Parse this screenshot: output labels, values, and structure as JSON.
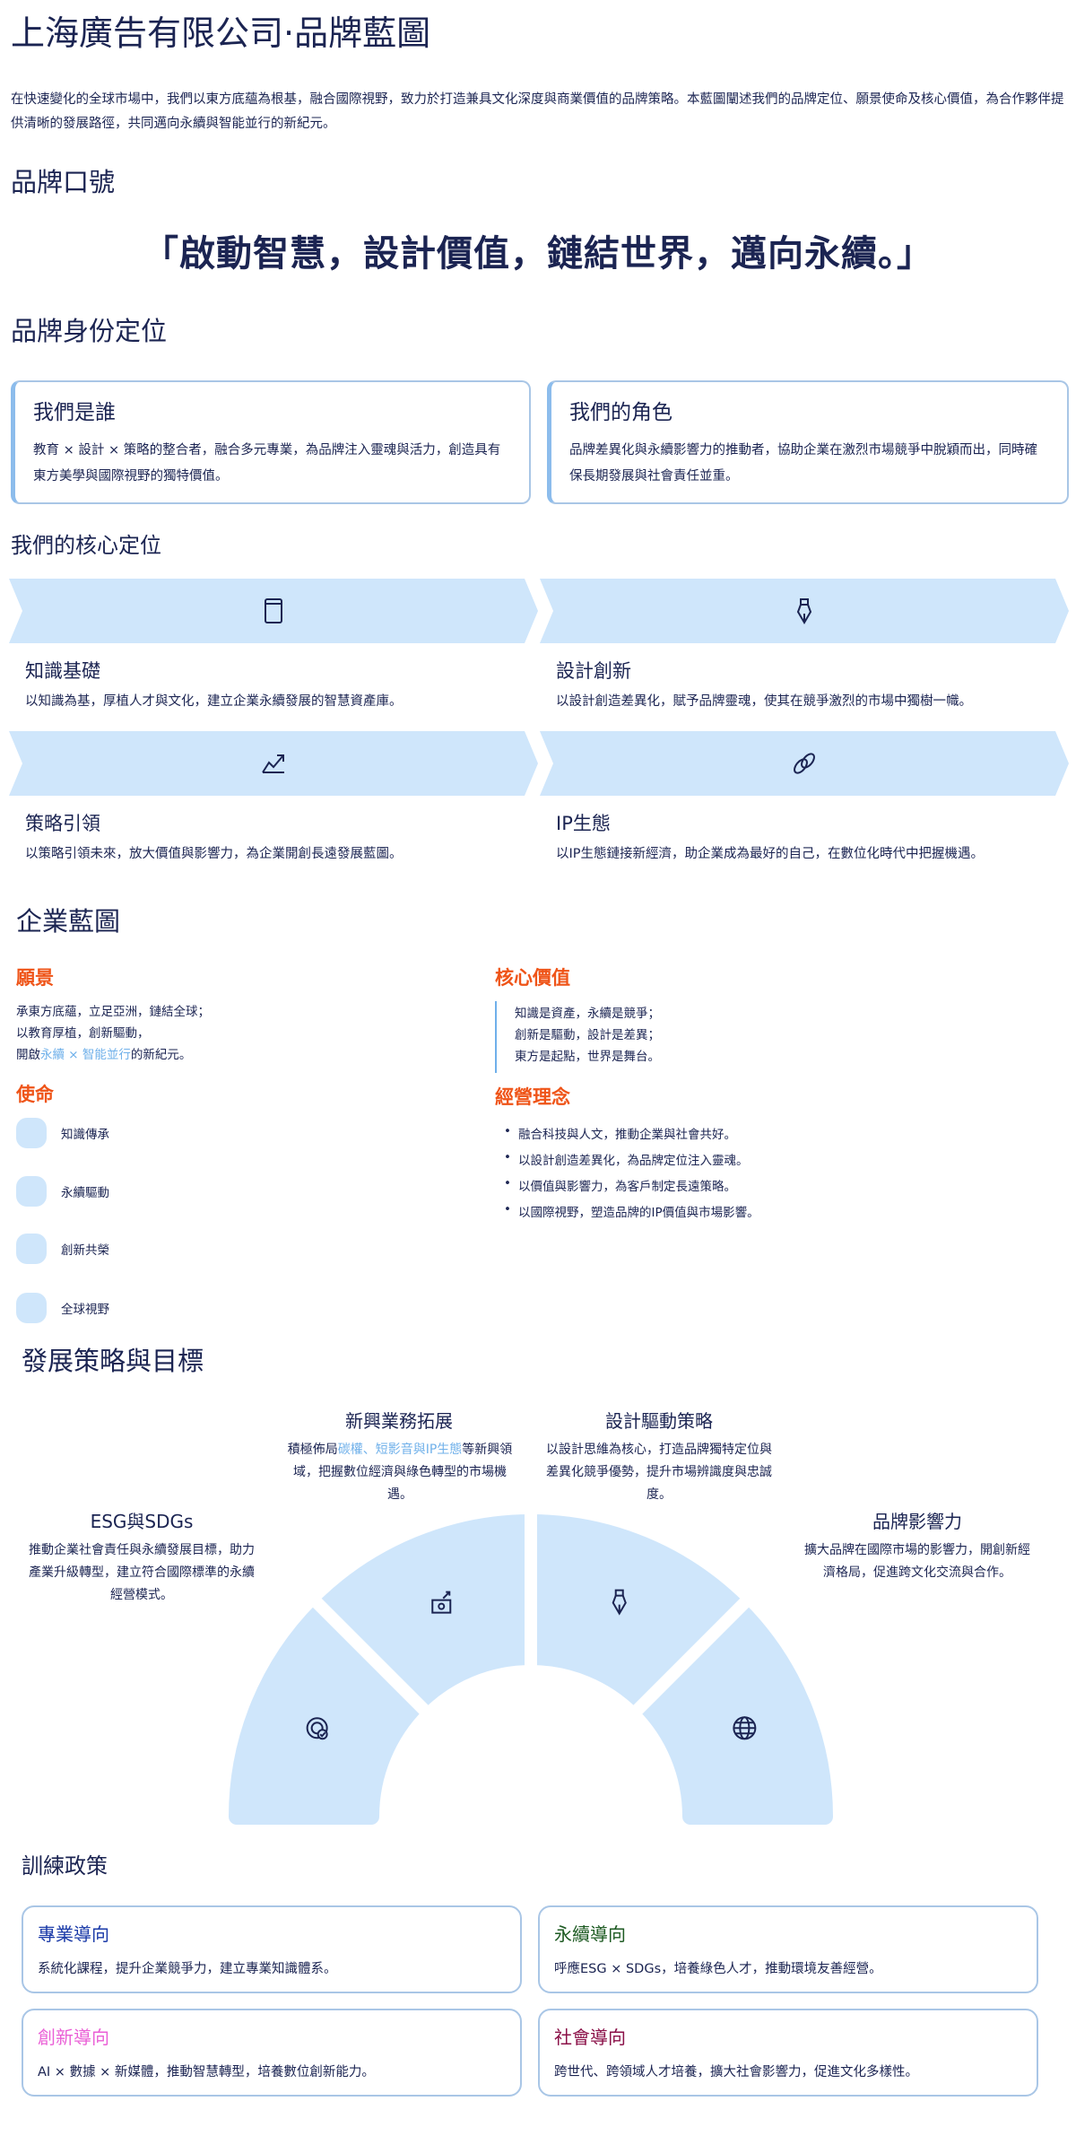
{
  "title": "上海廣告有限公司·品牌藍圖",
  "intro": "在快速變化的全球市場中，我們以東方底蘊為根基，融合國際視野，致力於打造兼具文化深度與商業價值的品牌策略。本藍圖闡述我們的品牌定位、願景使命及核心價值，為合作夥伴提供清晰的發展路徑，共同邁向永續與智能並行的新紀元。",
  "slogan": {
    "heading": "品牌口號",
    "text": "「啟動智慧，設計價值，鏈結世界，邁向永續。」"
  },
  "identity": {
    "heading": "品牌身份定位",
    "cards": [
      {
        "title": "我們是誰",
        "desc": "教育 × 設計 × 策略的整合者，融合多元專業，為品牌注入靈魂與活力，創造具有東方美學與國際視野的獨特價值。"
      },
      {
        "title": "我們的角色",
        "desc": "品牌差異化與永續影響力的推動者，協助企業在激烈市場競爭中脫穎而出，同時確保長期發展與社會責任並重。"
      }
    ]
  },
  "core": {
    "heading": "我們的核心定位",
    "items": [
      {
        "icon": "book-icon",
        "title": "知識基礎",
        "desc": "以知識為基，厚植人才與文化，建立企業永續發展的智慧資產庫。"
      },
      {
        "icon": "pen-nib-icon",
        "title": "設計創新",
        "desc": "以設計創造差異化，賦予品牌靈魂，使其在競爭激烈的市場中獨樹一幟。"
      },
      {
        "icon": "trend-up-icon",
        "title": "策略引領",
        "desc": "以策略引領未來，放大價值與影響力，為企業開創長遠發展藍圖。"
      },
      {
        "icon": "link-icon",
        "title": "IP生態",
        "desc": "以IP生態鏈接新經濟，助企業成為最好的自己，在數位化時代中把握機遇。"
      }
    ]
  },
  "blueprint": {
    "heading": "企業藍圖",
    "vision": {
      "title": "願景",
      "line1": "承東方底蘊，立足亞洲，鏈結全球；",
      "line2": "以教育厚植，創新驅動，",
      "line3_pre": "開啟",
      "line3_hl": "永續 × 智能並行",
      "line3_post": "的新紀元。"
    },
    "mission": {
      "title": "使命",
      "items": [
        "知識傳承",
        "永續驅動",
        "創新共榮",
        "全球視野"
      ]
    },
    "values": {
      "title": "核心價值",
      "lines": [
        "知識是資產，永續是競爭；",
        "創新是驅動，設計是差異；",
        "東方是起點，世界是舞台。"
      ]
    },
    "philosophy": {
      "title": "經營理念",
      "items": [
        "融合科技與人文，推動企業與社會共好。",
        "以設計創造差異化，為品牌定位注入靈魂。",
        "以價值與影響力，為客戶制定長遠策略。",
        "以國際視野，塑造品牌的IP價值與市場影響。"
      ]
    }
  },
  "strategy": {
    "heading": "發展策略與目標",
    "items": [
      {
        "icon": "target-check-icon",
        "title": "ESG與SDGs",
        "desc": "推動企業社會責任與永續發展目標，助力產業升級轉型，建立符合國際標準的永續經營模式。"
      },
      {
        "icon": "growth-screen-icon",
        "title": "新興業務拓展",
        "desc_pre": "積極佈局",
        "desc_hl": "碳權、短影音與IP生態",
        "desc_post": "等新興領域，把握數位經濟與綠色轉型的市場機遇。"
      },
      {
        "icon": "pen-nib-icon",
        "title": "設計驅動策略",
        "desc": "以設計思維為核心，打造品牌獨特定位與差異化競爭優勢，提升市場辨識度與忠誠度。"
      },
      {
        "icon": "globe-icon",
        "title": "品牌影響力",
        "desc": "擴大品牌在國際市場的影響力，開創新經濟格局，促進跨文化交流與合作。"
      }
    ]
  },
  "training": {
    "heading": "訓練政策",
    "items": [
      {
        "title": "專業導向",
        "color": "#1a3aa8",
        "desc": "系統化課程，提升企業競爭力，建立專業知識體系。"
      },
      {
        "title": "永續導向",
        "color": "#1d5a22",
        "desc": "呼應ESG × SDGs，培養綠色人才，推動環境友善經營。"
      },
      {
        "title": "創新導向",
        "color": "#ea5fd6",
        "desc": "AI × 數據 × 新媒體，推動智慧轉型，培養數位創新能力。"
      },
      {
        "title": "社會導向",
        "color": "#8a0f47",
        "desc": "跨世代、跨領域人才培養，擴大社會影響力，促進文化多樣性。"
      }
    ]
  }
}
